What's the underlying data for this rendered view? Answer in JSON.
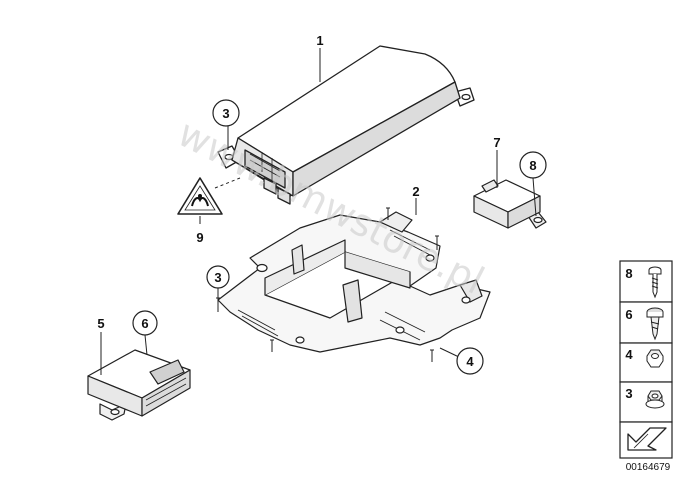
{
  "watermark": "www.bmwstore.pl",
  "reference": "00164679",
  "callouts": {
    "c1": "1",
    "c2": "2",
    "c3a": "3",
    "c3b": "3",
    "c4": "4",
    "c5": "5",
    "c6": "6",
    "c7": "7",
    "c8": "8",
    "c9": "9"
  },
  "legend": {
    "l8": "8",
    "l6": "6",
    "l4": "4",
    "l3": "3"
  }
}
